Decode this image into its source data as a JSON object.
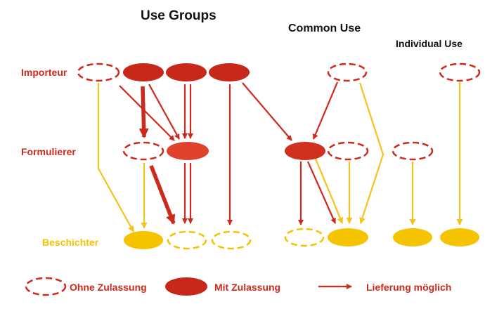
{
  "headings": {
    "use_groups": "Use Groups",
    "common_use": "Common Use",
    "individual_use": "Individual Use"
  },
  "rows": {
    "importeur": "Importeur",
    "formulierer": "Formulierer",
    "beschichter": "Beschichter"
  },
  "legend": {
    "ohne": "Ohne Zulassung",
    "mit": "Mit Zulassung",
    "lieferung": "Lieferung möglich"
  },
  "colors": {
    "red": "#cc2a1c",
    "dark_red": "#c8281a",
    "orange_red": "#e0422c",
    "yellow": "#f6c300",
    "arrow_yellow": "#f3c41a"
  }
}
